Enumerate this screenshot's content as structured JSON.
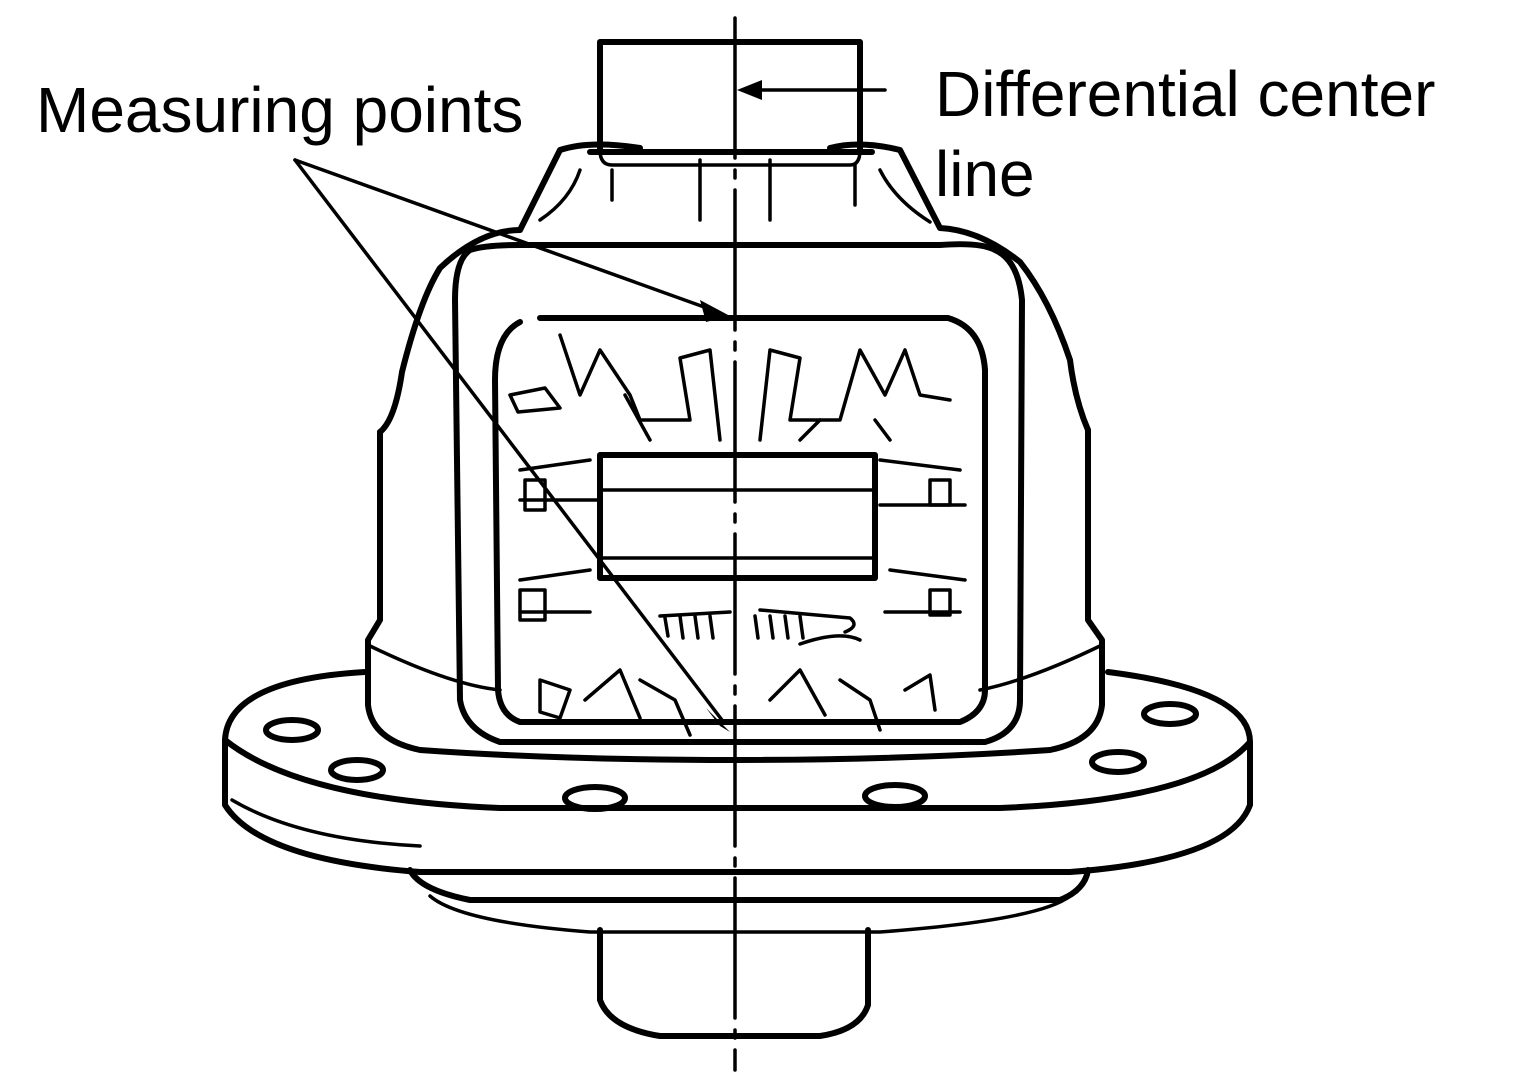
{
  "labels": {
    "measuring_points": "Measuring points",
    "center_line_1": "Differential center",
    "center_line_2": "line"
  },
  "colors": {
    "ink": "#000000",
    "paper": "#ffffff"
  }
}
